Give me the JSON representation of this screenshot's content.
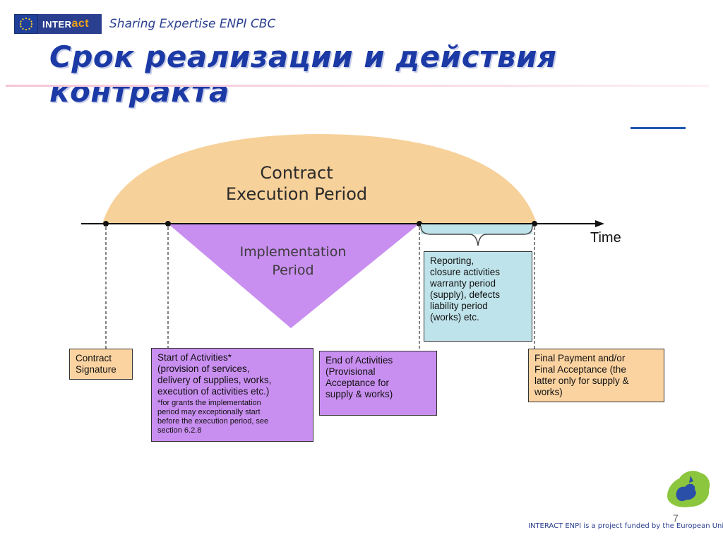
{
  "header": {
    "logo_word_a": "INTER",
    "logo_word_b": "act",
    "tagline": "Sharing Expertise ENPI CBC"
  },
  "slide": {
    "title": "Срок реализации и действия контракта",
    "page_number": "7",
    "footer": "INTERACT ENPI is a project funded by the European Union"
  },
  "diagram": {
    "axis_label": "Time",
    "contract_period": [
      "Contract",
      "Execution Period"
    ],
    "implementation_period": [
      "Implementation",
      "Period"
    ],
    "boxes": {
      "signature": [
        "Contract",
        "Signature"
      ],
      "start": [
        "Start of Activities*",
        "(provision of services,",
        "delivery of supplies, works,",
        "execution of activities etc.)"
      ],
      "start_footnote": [
        "*for grants the implementation",
        "period may exceptionally start",
        "before the execution period, see",
        "section 6.2.8"
      ],
      "end": [
        "End of Activities",
        "(Provisional",
        "Acceptance for",
        "supply & works)"
      ],
      "reporting": [
        "Reporting,",
        "closure activities",
        "warranty period",
        "(supply), defects",
        "liability period",
        "(works) etc."
      ],
      "final": [
        "Final Payment and/or",
        "Final Acceptance (the",
        "latter only for supply &",
        "works)"
      ]
    },
    "colors": {
      "contract_fill": "#f7d19a",
      "implementation_fill": "#c98ff0",
      "reporting_fill": "#bfe3ea",
      "tan_box": "#fbd3a1",
      "title_blue": "#1c3aa6"
    }
  }
}
